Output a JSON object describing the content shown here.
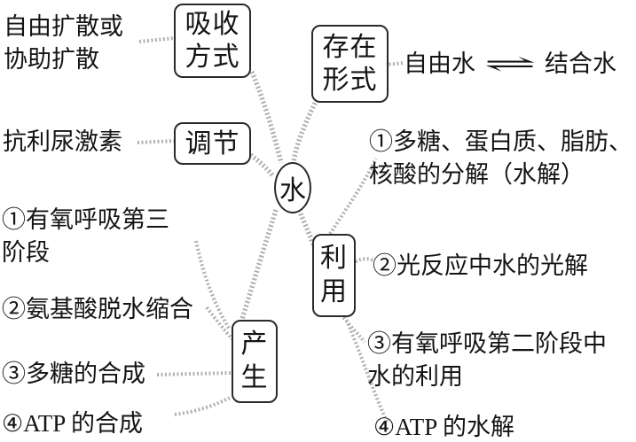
{
  "diagram": {
    "center_label": "水",
    "branch_absorption": {
      "label": "吸收方式",
      "leaf": "自由扩散或\n协助扩散"
    },
    "branch_regulation": {
      "label": "调节",
      "leaf": "抗利尿激素"
    },
    "branch_existence": {
      "label": "存在形式",
      "leaf_left": "自由水",
      "leaf_arrow": "⇌",
      "leaf_right": "结合水"
    },
    "branch_production": {
      "label": "产生",
      "items": [
        "①有氧呼吸第三\n阶段",
        "②氨基酸脱水缩合",
        "③多糖的合成",
        "④ATP 的合成"
      ]
    },
    "branch_utilization": {
      "label": "利用",
      "items": [
        "①多糖、蛋白质、脂肪、\n核酸的分解（水解）",
        "②光反应中水的光解",
        "③有氧呼吸第二阶段中\n水的利用",
        "④ATP 的水解"
      ]
    }
  },
  "colors": {
    "background": "#ffffff",
    "text": "#141414",
    "box_border": "#2a2a2a",
    "connector": "#b0b0b0"
  }
}
